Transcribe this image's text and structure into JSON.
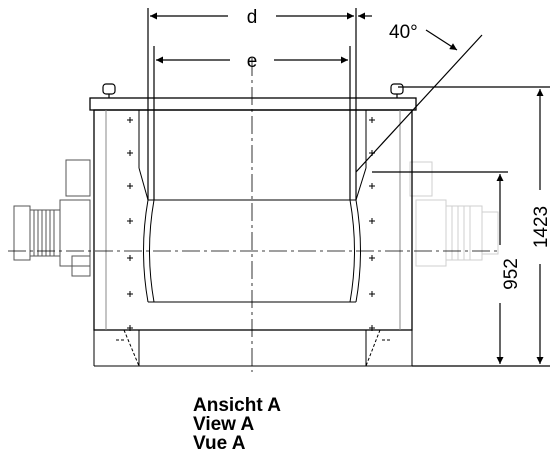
{
  "dimensions": {
    "d": "d",
    "e": "e",
    "angle": "40°",
    "height_total": "1423",
    "height_axis": "952"
  },
  "caption": {
    "de": "Ansicht A",
    "en": "View A",
    "fr": "Vue A"
  }
}
